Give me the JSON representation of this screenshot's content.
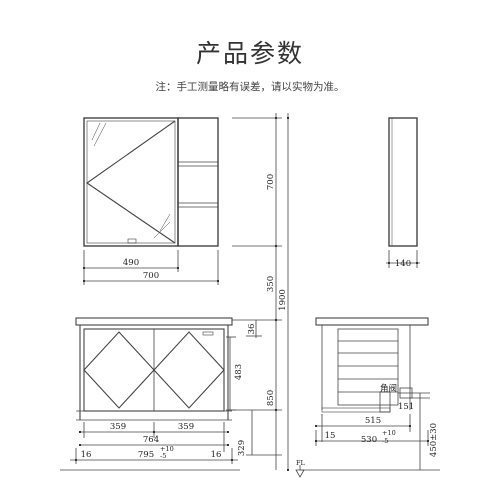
{
  "header": {
    "title": "产品参数",
    "note": "注：手工测量略有误差，请以实物为准。"
  },
  "dimensions": {
    "mirror_inner_width": "490",
    "mirror_width": "700",
    "mirror_height": "700",
    "mirror_depth": "140",
    "gap_height": "350",
    "total_height": "1900",
    "top_thickness": "36",
    "door_height": "483",
    "cabinet_height": "850",
    "leg_height": "329",
    "door_left_width": "359",
    "door_right_width": "359",
    "inner_width": "764",
    "overall_width": "795",
    "overall_width_tol_plus": "+10",
    "overall_width_tol_minus": "-5",
    "left_margin": "16",
    "right_margin": "16",
    "side_depth": "515",
    "side_offset": "15",
    "side_total_depth": "530",
    "side_depth_tol_plus": "+10",
    "side_depth_tol_minus": "-5",
    "valve_offset": "151",
    "valve_height": "450±30"
  },
  "labels": {
    "angle_valve": "角阀",
    "floor": "FL"
  }
}
